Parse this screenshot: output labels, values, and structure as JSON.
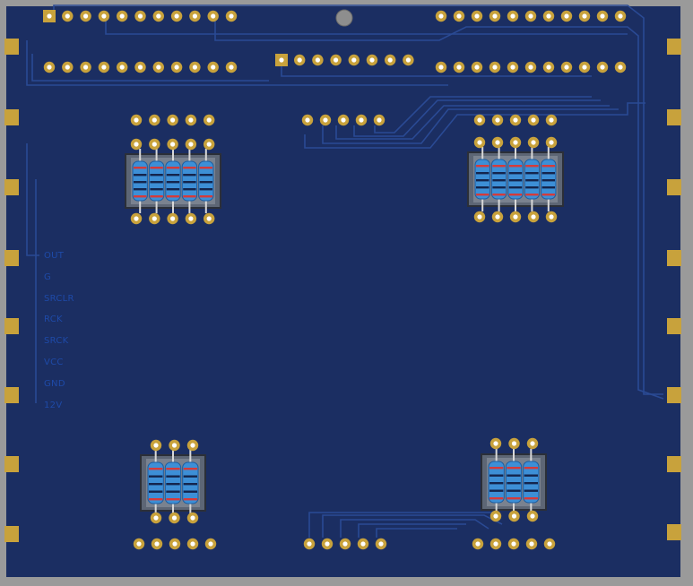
{
  "board": {
    "labels": [
      "OUT",
      "G",
      "SRCLR",
      "RCK",
      "SRCK",
      "VCC",
      "GND",
      "12V"
    ]
  },
  "colors": {
    "background": "#9a9a9a",
    "board": "#1b2e62",
    "trace": "#2a4a94",
    "pad": "#c8a23c",
    "resistor": "#3d8fd6",
    "footprint": "#5d6675"
  },
  "icons": [
    "mounting-hole-icon",
    "pad-icon",
    "resistor-icon",
    "edge-connector-icon"
  ]
}
